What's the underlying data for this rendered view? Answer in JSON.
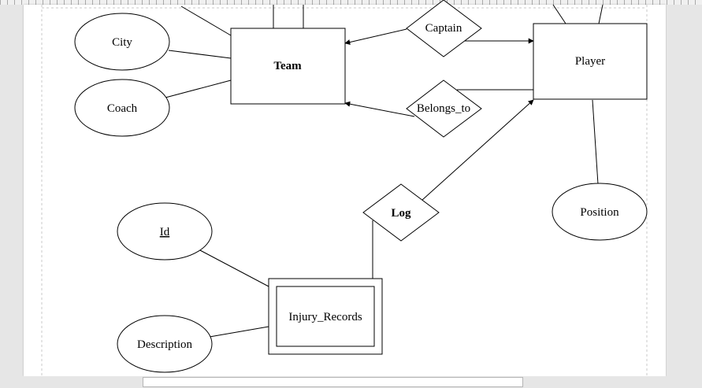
{
  "entities": {
    "team": "Team",
    "player": "Player",
    "injury_records": "Injury_Records"
  },
  "relationships": {
    "captain": "Captain",
    "belongs_to": "Belongs_to",
    "log": "Log"
  },
  "attributes": {
    "city": "City",
    "coach": "Coach",
    "position": "Position",
    "id": "Id",
    "description": "Description"
  }
}
